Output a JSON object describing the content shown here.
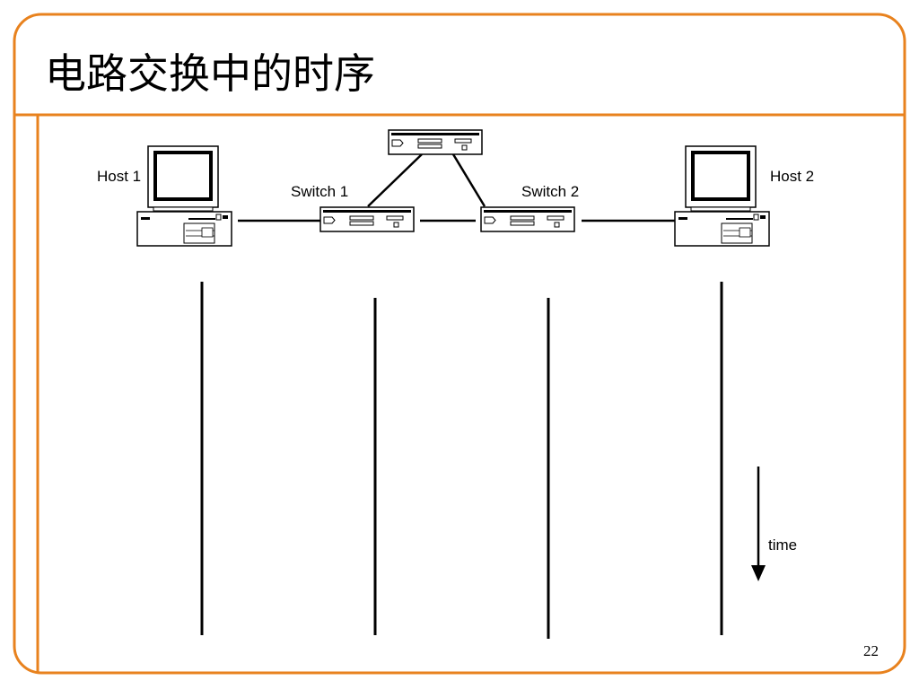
{
  "slide": {
    "title": "电路交换中的时序",
    "page_number": "22",
    "accent_color": "#E8821E"
  },
  "diagram": {
    "hosts": [
      {
        "id": "host-1",
        "label": "Host 1",
        "icon": "computer-icon"
      },
      {
        "id": "host-2",
        "label": "Host 2",
        "icon": "computer-icon"
      }
    ],
    "switches": [
      {
        "id": "switch-1",
        "label": "Switch 1",
        "icon": "network-switch-icon"
      },
      {
        "id": "switch-2",
        "label": "Switch 2",
        "icon": "network-switch-icon"
      },
      {
        "id": "switch-top",
        "label": "",
        "icon": "network-switch-icon"
      }
    ],
    "links": [
      [
        "host-1",
        "switch-1"
      ],
      [
        "switch-1",
        "switch-2"
      ],
      [
        "switch-1",
        "switch-top"
      ],
      [
        "switch-top",
        "switch-2"
      ],
      [
        "switch-2",
        "host-2"
      ]
    ],
    "timelines": [
      "Host 1",
      "Switch 1",
      "Switch 2",
      "Host 2"
    ],
    "time_arrow_label": "time"
  }
}
